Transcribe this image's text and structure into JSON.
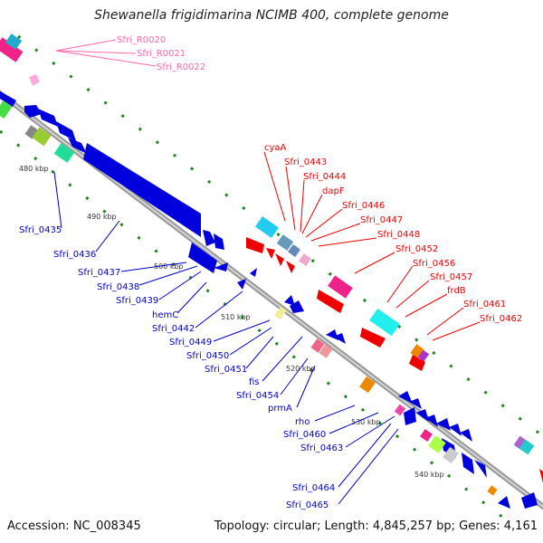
{
  "title": "Shewanella frigidimarina NCIMB 400, complete genome",
  "footer": {
    "accession": "Accession: NC_008345",
    "topology": "Topology: circular; Length: 4,845,257 bp; Genes: 4,161"
  },
  "colors": {
    "forward_genes": "#ee0000",
    "reverse_genes": "#0000dd",
    "rna_genes": "#ff88cc",
    "backbone": "#999999",
    "ticks": "#228822"
  },
  "kbp_ticks": [
    "480 kbp",
    "490 kbp",
    "500 kbp",
    "510 kbp",
    "520 kbp",
    "530 kbp",
    "540 kbp"
  ],
  "pink_labels": [
    "Sfri_R0020",
    "Sfri_R0021",
    "Sfri_R0022"
  ],
  "red_labels": [
    "cyaA",
    "Sfri_0443",
    "Sfri_0444",
    "dapF",
    "Sfri_0446",
    "Sfri_0447",
    "Sfri_0448",
    "Sfri_0452",
    "Sfri_0456",
    "Sfri_0457",
    "frdB",
    "Sfri_0461",
    "Sfri_0462"
  ],
  "blue_labels": [
    "Sfri_0435",
    "Sfri_0436",
    "Sfri_0437",
    "Sfri_0438",
    "Sfri_0439",
    "hemC",
    "Sfri_0442",
    "Sfri_0449",
    "Sfri_0450",
    "Sfri_0451",
    "fis",
    "Sfri_0454",
    "prmA",
    "rho",
    "Sfri_0460",
    "Sfri_0463",
    "Sfri_0464",
    "Sfri_0465"
  ]
}
